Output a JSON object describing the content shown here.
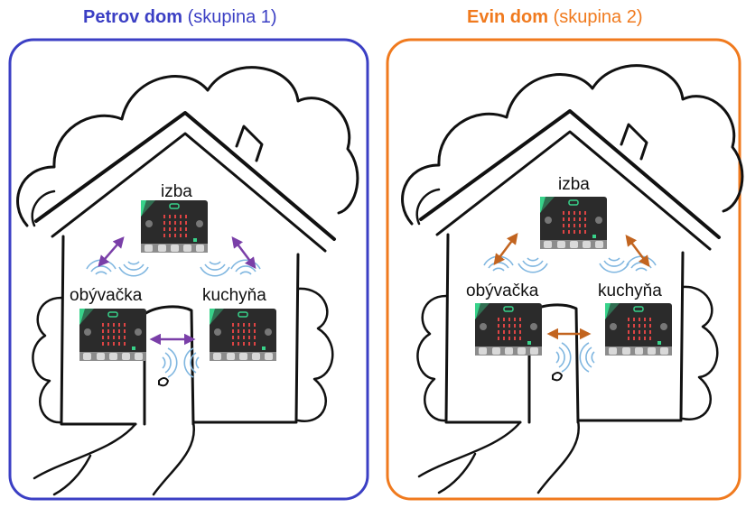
{
  "panels": [
    {
      "id": "left",
      "title_bold": "Petrov dom",
      "title_rest": "(skupina 1)",
      "color": "#3b3fc4",
      "arrow_color": "#7a3fa8",
      "rooms": {
        "top": "izba",
        "left": "obývačka",
        "right": "kuchyňa"
      }
    },
    {
      "id": "right",
      "title_bold": "Evin dom",
      "title_rest": "(skupina 2)",
      "color": "#f07a1e",
      "arrow_color": "#c2641f",
      "rooms": {
        "top": "izba",
        "left": "obývačka",
        "right": "kuchyňa"
      }
    }
  ],
  "colors": {
    "microbit_body": "#2b2b2b",
    "microbit_accent": "#38d28a",
    "wave": "#7fb6e0"
  },
  "icons": [
    "microbit-board-icon",
    "radio-wave-icon",
    "door-knob-icon"
  ]
}
